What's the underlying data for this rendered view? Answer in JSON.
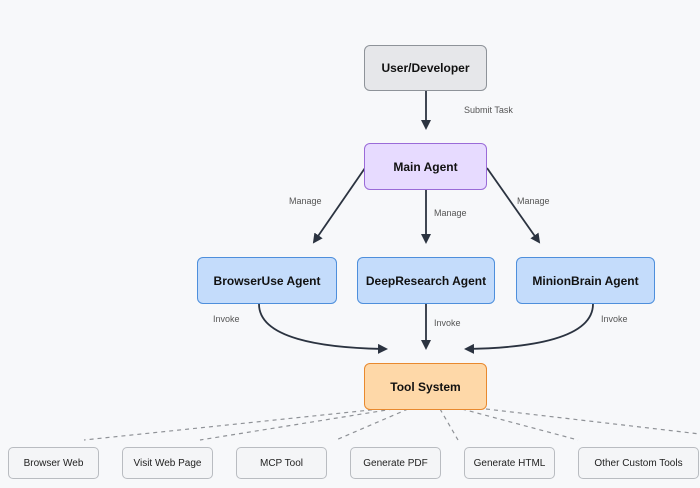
{
  "nodes": {
    "user": "User/Developer",
    "main": "Main Agent",
    "browseruse": "BrowserUse Agent",
    "deepresearch": "DeepResearch Agent",
    "minionbrain": "MinionBrain Agent",
    "tool_system": "Tool System",
    "tools": [
      "Browser Web",
      "Visit Web Page",
      "MCP Tool",
      "Generate PDF",
      "Generate HTML",
      "Other Custom Tools"
    ]
  },
  "edge_labels": {
    "submit_task": "Submit Task",
    "manage": "Manage",
    "invoke": "Invoke"
  },
  "colors": {
    "user_fill": "#e6e7ea",
    "main_fill": "#e7dbff",
    "agent_fill": "#c4dcfb",
    "tool_system_fill": "#fed8a8",
    "arrow": "#2b3340",
    "dashed_line": "#8f9297"
  }
}
